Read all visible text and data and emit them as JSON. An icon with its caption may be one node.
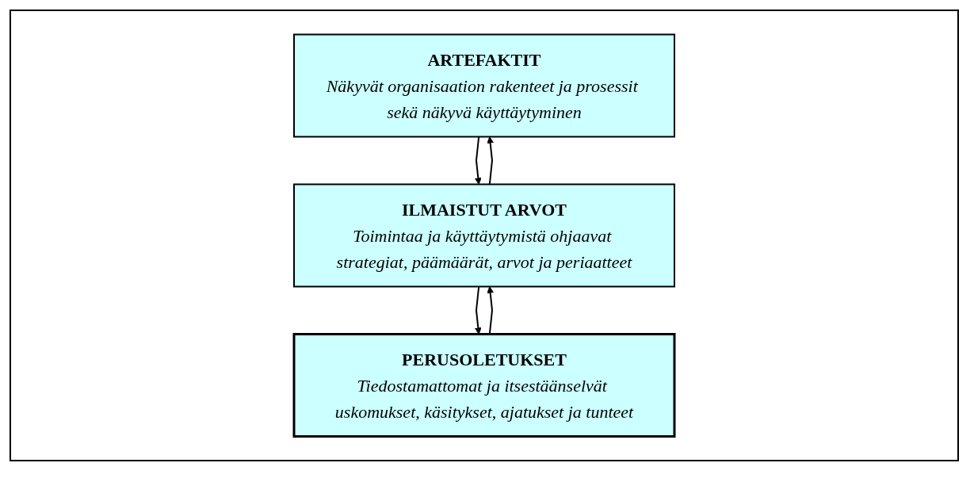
{
  "diagram": {
    "nodes": [
      {
        "text": [
          "ARTEFAKTIT",
          "Näkyvät organisaation rakenteet ja prosessit sekä näkyvä käyttäytyminen"
        ]
      },
      {
        "text": [
          "ILMAISTUT ARVOT",
          "Toimintaa ja käyttäytymistä ohjaavat strategiat, päämäärät, arvot ja periaatteet"
        ]
      },
      {
        "text": [
          "PERUSOLETUKSET",
          "Tiedostamattomat ja itsestäänselvät uskomukset, käsitykset, ajatukset ja tunteet"
        ]
      }
    ],
    "edges": [
      {
        "from": 0,
        "to": 1,
        "arrow": "to"
      },
      {
        "from": 1,
        "to": 0,
        "arrow": "to"
      },
      {
        "from": 1,
        "to": 2,
        "arrow": "to"
      },
      {
        "from": 2,
        "to": 1,
        "arrow": "to"
      }
    ]
  }
}
